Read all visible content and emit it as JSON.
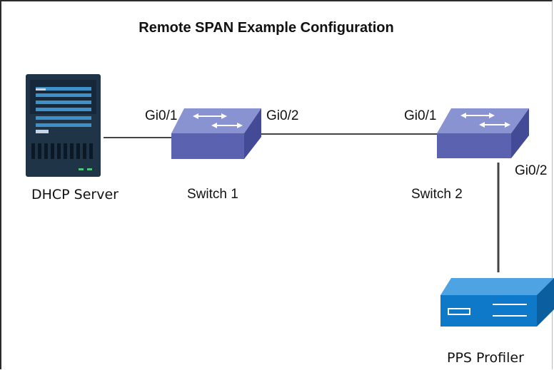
{
  "title": "Remote SPAN Example Configuration",
  "nodes": {
    "dhcp_server": {
      "label": "DHCP Server"
    },
    "switch1": {
      "label": "Switch 1",
      "port_left": "Gi0/1",
      "port_right": "Gi0/2"
    },
    "switch2": {
      "label": "Switch 2",
      "port_left": "Gi0/1",
      "port_down": "Gi0/2"
    },
    "profiler": {
      "label": "PPS Profiler"
    }
  },
  "colors": {
    "server_body": "#1f3447",
    "server_stripe": "#3e90c8",
    "switch_top": "#8a93d2",
    "switch_front": "#5b63b1",
    "switch_side": "#434a96",
    "profiler_front": "#0f79c9",
    "profiler_top": "#4ea4e3",
    "link": "#444444"
  }
}
